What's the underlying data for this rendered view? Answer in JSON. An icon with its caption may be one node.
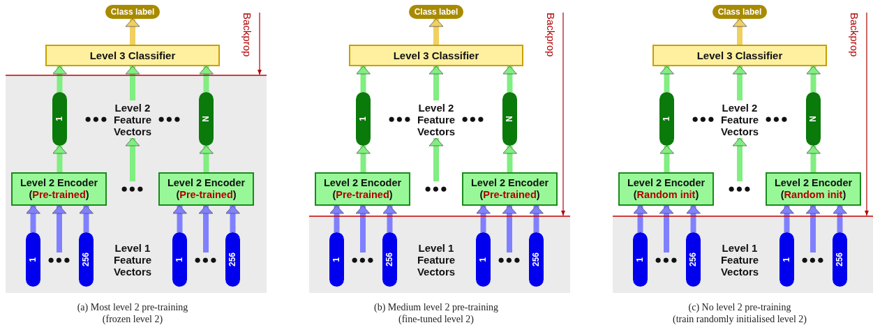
{
  "diagram": {
    "nodes": [
      {
        "text": [
          "Class label"
        ]
      },
      {
        "text": [
          "Level 3 Classifier"
        ]
      },
      {
        "text": [],
        "shape": "box"
      },
      {
        "text": [
          "1"
        ],
        "in": 2
      },
      {
        "text": [
          "●●●"
        ],
        "in": 2
      },
      {
        "text": [
          "Level 2 Feature Vectors"
        ],
        "in": 2
      },
      {
        "text": [
          "●●●"
        ],
        "in": 2
      },
      {
        "text": [
          "N"
        ],
        "in": 2
      },
      {
        "text": [
          "Level 2 Encoder",
          "(Pre-trained)"
        ],
        "in": 2
      },
      {
        "text": [
          "●●●"
        ],
        "in": 2
      },
      {
        "text": [
          "Level 2 Encoder",
          "(Pre-trained)"
        ],
        "in": 2
      },
      {
        "text": [
          "1"
        ],
        "in": 2
      },
      {
        "text": [
          "●●●"
        ],
        "in": 2
      },
      {
        "text": [
          "256"
        ],
        "in": 2
      },
      {
        "text": [
          "Level 1 Feature Vectors"
        ],
        "in": 2
      },
      {
        "text": [
          "1"
        ],
        "in": 2
      },
      {
        "text": [
          "●●●"
        ],
        "in": 2
      },
      {
        "text": [
          "256"
        ],
        "in": 2
      },
      {
        "text": [
          "Class label"
        ]
      },
      {
        "text": [
          "Level 3 Classifier"
        ]
      },
      {
        "text": [],
        "shape": "box"
      },
      {
        "text": [
          "1"
        ]
      },
      {
        "text": [
          "●●●"
        ]
      },
      {
        "text": [
          "Level 2 Feature Vectors"
        ]
      },
      {
        "text": [
          "●●●"
        ]
      },
      {
        "text": [
          "N"
        ]
      },
      {
        "text": [
          "Level 2 Encoder",
          "(Pre-trained)"
        ]
      },
      {
        "text": [
          "●●●"
        ]
      },
      {
        "text": [
          "Level 2 Encoder",
          "(Pre-trained)"
        ]
      },
      {
        "text": [
          "1"
        ],
        "in": 20
      },
      {
        "text": [
          "●●●"
        ],
        "in": 20
      },
      {
        "text": [
          "256"
        ],
        "in": 20
      },
      {
        "text": [
          "Level 1 Feature Vectors"
        ],
        "in": 20
      },
      {
        "text": [
          "1"
        ],
        "in": 20
      },
      {
        "text": [
          "●●●"
        ],
        "in": 20
      },
      {
        "text": [
          "256"
        ],
        "in": 20
      },
      {
        "text": [
          "Class label"
        ]
      },
      {
        "text": [
          "Level 3 Classifier"
        ]
      },
      {
        "text": [],
        "shape": "box"
      },
      {
        "text": [
          "1"
        ]
      },
      {
        "text": [
          "●●●"
        ]
      },
      {
        "text": [
          "Level 2 Feature Vectors"
        ]
      },
      {
        "text": [
          "●●●"
        ]
      },
      {
        "text": [
          "N"
        ]
      },
      {
        "text": [
          "Level 2 Encoder",
          "(Random init)"
        ]
      },
      {
        "text": [
          "●●●"
        ]
      },
      {
        "text": [
          "Level 2 Encoder",
          "(Random init)"
        ]
      },
      {
        "text": [
          "1"
        ],
        "in": 38
      },
      {
        "text": [
          "●●●"
        ],
        "in": 38
      },
      {
        "text": [
          "256"
        ],
        "in": 38
      },
      {
        "text": [
          "Level 1 Feature Vectors"
        ],
        "in": 38
      },
      {
        "text": [
          "1"
        ],
        "in": 38
      },
      {
        "text": [
          "●●●"
        ],
        "in": 38
      },
      {
        "text": [
          "256"
        ],
        "in": 38
      }
    ],
    "edges": [
      {
        "from": 11,
        "to": 8,
        "arrow": "to",
        "color": "#8080ff"
      },
      {
        "from": 12,
        "to": 8,
        "arrow": "to",
        "color": "#8080ff"
      },
      {
        "from": 13,
        "to": 8,
        "arrow": "to",
        "color": "#8080ff"
      },
      {
        "from": 15,
        "to": 10,
        "arrow": "to",
        "color": "#8080ff"
      },
      {
        "from": 16,
        "to": 10,
        "arrow": "to",
        "color": "#8080ff"
      },
      {
        "from": 17,
        "to": 10,
        "arrow": "to",
        "color": "#8080ff"
      },
      {
        "from": 8,
        "to": 3,
        "arrow": "to",
        "color": "#80ee80"
      },
      {
        "from": 9,
        "to": 5,
        "arrow": "to",
        "color": "#80ee80"
      },
      {
        "from": 10,
        "to": 7,
        "arrow": "to",
        "color": "#80ee80"
      },
      {
        "from": 3,
        "to": 1,
        "arrow": "to",
        "color": "#80ee80"
      },
      {
        "from": 5,
        "to": 1,
        "arrow": "to",
        "color": "#80ee80"
      },
      {
        "from": 7,
        "to": 1,
        "arrow": "to",
        "color": "#80ee80"
      },
      {
        "from": 1,
        "to": 0,
        "arrow": "to",
        "color": "#f0d060"
      },
      {
        "from": 29,
        "to": 26,
        "arrow": "to",
        "color": "#8080ff"
      },
      {
        "from": 30,
        "to": 26,
        "arrow": "to",
        "color": "#8080ff"
      },
      {
        "from": 31,
        "to": 26,
        "arrow": "to",
        "color": "#8080ff"
      },
      {
        "from": 33,
        "to": 28,
        "arrow": "to",
        "color": "#8080ff"
      },
      {
        "from": 34,
        "to": 28,
        "arrow": "to",
        "color": "#8080ff"
      },
      {
        "from": 35,
        "to": 28,
        "arrow": "to",
        "color": "#8080ff"
      },
      {
        "from": 26,
        "to": 21,
        "arrow": "to",
        "color": "#80ee80"
      },
      {
        "from": 27,
        "to": 23,
        "arrow": "to",
        "color": "#80ee80"
      },
      {
        "from": 28,
        "to": 25,
        "arrow": "to",
        "color": "#80ee80"
      },
      {
        "from": 21,
        "to": 19,
        "arrow": "to",
        "color": "#80ee80"
      },
      {
        "from": 23,
        "to": 19,
        "arrow": "to",
        "color": "#80ee80"
      },
      {
        "from": 25,
        "to": 19,
        "arrow": "to",
        "color": "#80ee80"
      },
      {
        "from": 19,
        "to": 18,
        "arrow": "to",
        "color": "#f0d060"
      },
      {
        "from": 47,
        "to": 44,
        "arrow": "to",
        "color": "#8080ff"
      },
      {
        "from": 48,
        "to": 44,
        "arrow": "to",
        "color": "#8080ff"
      },
      {
        "from": 49,
        "to": 44,
        "arrow": "to",
        "color": "#8080ff"
      },
      {
        "from": 51,
        "to": 46,
        "arrow": "to",
        "color": "#8080ff"
      },
      {
        "from": 52,
        "to": 46,
        "arrow": "to",
        "color": "#8080ff"
      },
      {
        "from": 53,
        "to": 46,
        "arrow": "to",
        "color": "#8080ff"
      },
      {
        "from": 44,
        "to": 39,
        "arrow": "to",
        "color": "#80ee80"
      },
      {
        "from": 45,
        "to": 41,
        "arrow": "to",
        "color": "#80ee80"
      },
      {
        "from": 46,
        "to": 43,
        "arrow": "to",
        "color": "#80ee80"
      },
      {
        "from": 39,
        "to": 37,
        "arrow": "to",
        "color": "#80ee80"
      },
      {
        "from": 41,
        "to": 37,
        "arrow": "to",
        "color": "#80ee80"
      },
      {
        "from": 43,
        "to": 37,
        "arrow": "to",
        "color": "#80ee80"
      },
      {
        "from": 37,
        "to": 36,
        "arrow": "to",
        "color": "#f0d060"
      }
    ],
    "labels": [
      "Backprop",
      "Backprop",
      "Backprop",
      "(a) Most level 2 pre-training (frozen level 2)",
      "(b) Medium level 2 pre-training (fine-tuned level 2)",
      "(c) No level 2 pre-training (train randomly initialised level 2)"
    ]
  }
}
